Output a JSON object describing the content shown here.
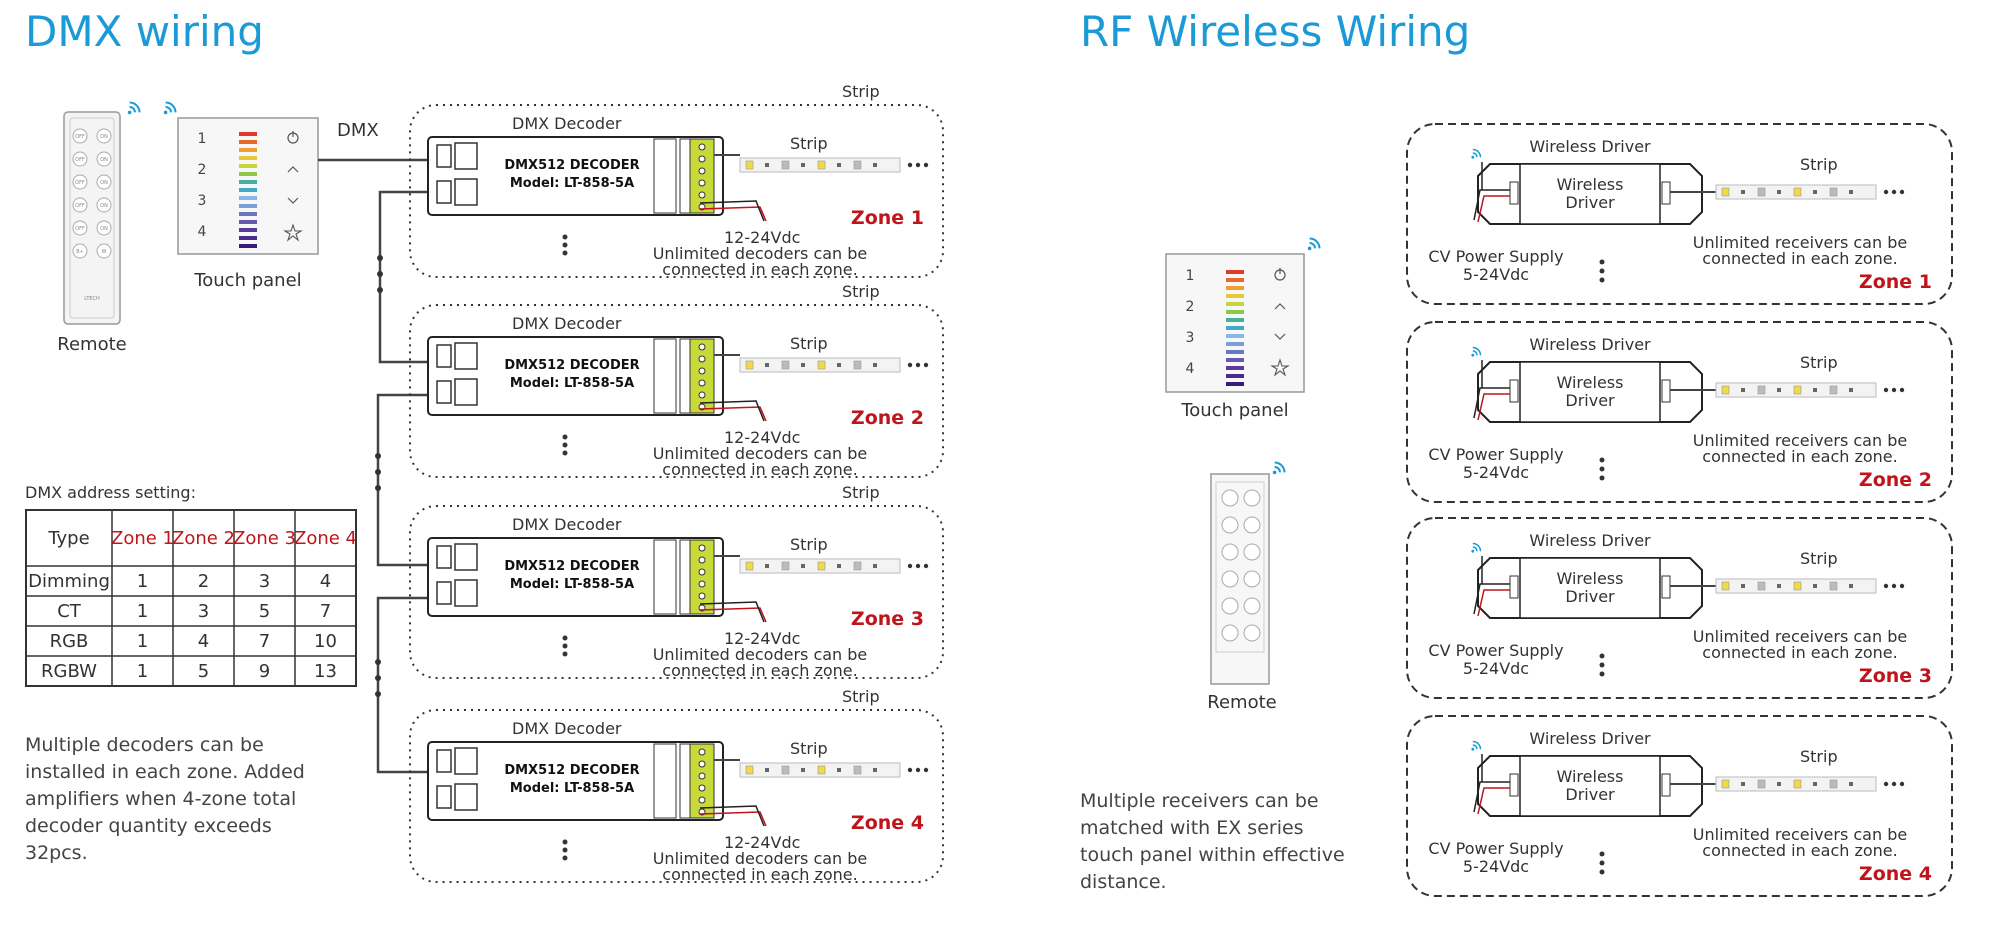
{
  "titles": {
    "dmx": "DMX wiring",
    "rf": "RF Wireless Wiring"
  },
  "dmx": {
    "remote_label": "Remote",
    "remote_brand": "LTECH",
    "remote_buttons": [
      "OFF",
      "ON",
      "OFF",
      "ON",
      "OFF",
      "ON",
      "OFF",
      "ON",
      "OFF",
      "ON",
      "B+",
      "W"
    ],
    "touch_panel_label": "Touch panel",
    "panel_numbers": [
      "1",
      "2",
      "3",
      "4"
    ],
    "dmx_label": "DMX",
    "strip_outer_label": "Strip",
    "decoder_title": "DMX Decoder",
    "decoder_model_line1": "DMX512 DECODER",
    "decoder_model_line2": "Model: LT-858-5A",
    "strip_label": "Strip",
    "voltage_label": "12-24Vdc",
    "unlimited_line1": "Unlimited decoders can be",
    "unlimited_line2": "connected in each zone.",
    "zones": [
      "Zone 1",
      "Zone 2",
      "Zone 3",
      "Zone 4"
    ],
    "address_setting_label": "DMX address setting:",
    "table": {
      "headers": [
        "Type",
        "Zone 1",
        "Zone 2",
        "Zone 3",
        "Zone 4"
      ],
      "rows": [
        [
          "Dimming",
          "1",
          "2",
          "3",
          "4"
        ],
        [
          "CT",
          "1",
          "3",
          "5",
          "7"
        ],
        [
          "RGB",
          "1",
          "4",
          "7",
          "10"
        ],
        [
          "RGBW",
          "1",
          "5",
          "9",
          "13"
        ]
      ]
    },
    "note_lines": [
      "Multiple decoders can be",
      "installed in each zone. Added",
      "amplifiers when 4-zone total",
      "decoder quantity exceeds",
      "32pcs."
    ]
  },
  "rf": {
    "touch_panel_label": "Touch panel",
    "panel_numbers": [
      "1",
      "2",
      "3",
      "4"
    ],
    "remote_label": "Remote",
    "driver_title": "Wireless Driver",
    "driver_inner_line1": "Wireless",
    "driver_inner_line2": "Driver",
    "strip_label": "Strip",
    "supply_line1": "CV Power Supply",
    "supply_line2": "5-24Vdc",
    "unlimited_line1": "Unlimited receivers can be",
    "unlimited_line2": "connected in each zone.",
    "zones": [
      "Zone 1",
      "Zone 2",
      "Zone 3",
      "Zone 4"
    ],
    "note_lines": [
      "Multiple receivers can be",
      "matched with EX series",
      "touch panel within effective",
      "distance."
    ]
  },
  "colors": {
    "title_blue": "#1a9ad6",
    "zone_red": "#c0141c",
    "terminal_green": "#c8d93a",
    "wire": "#444444"
  }
}
